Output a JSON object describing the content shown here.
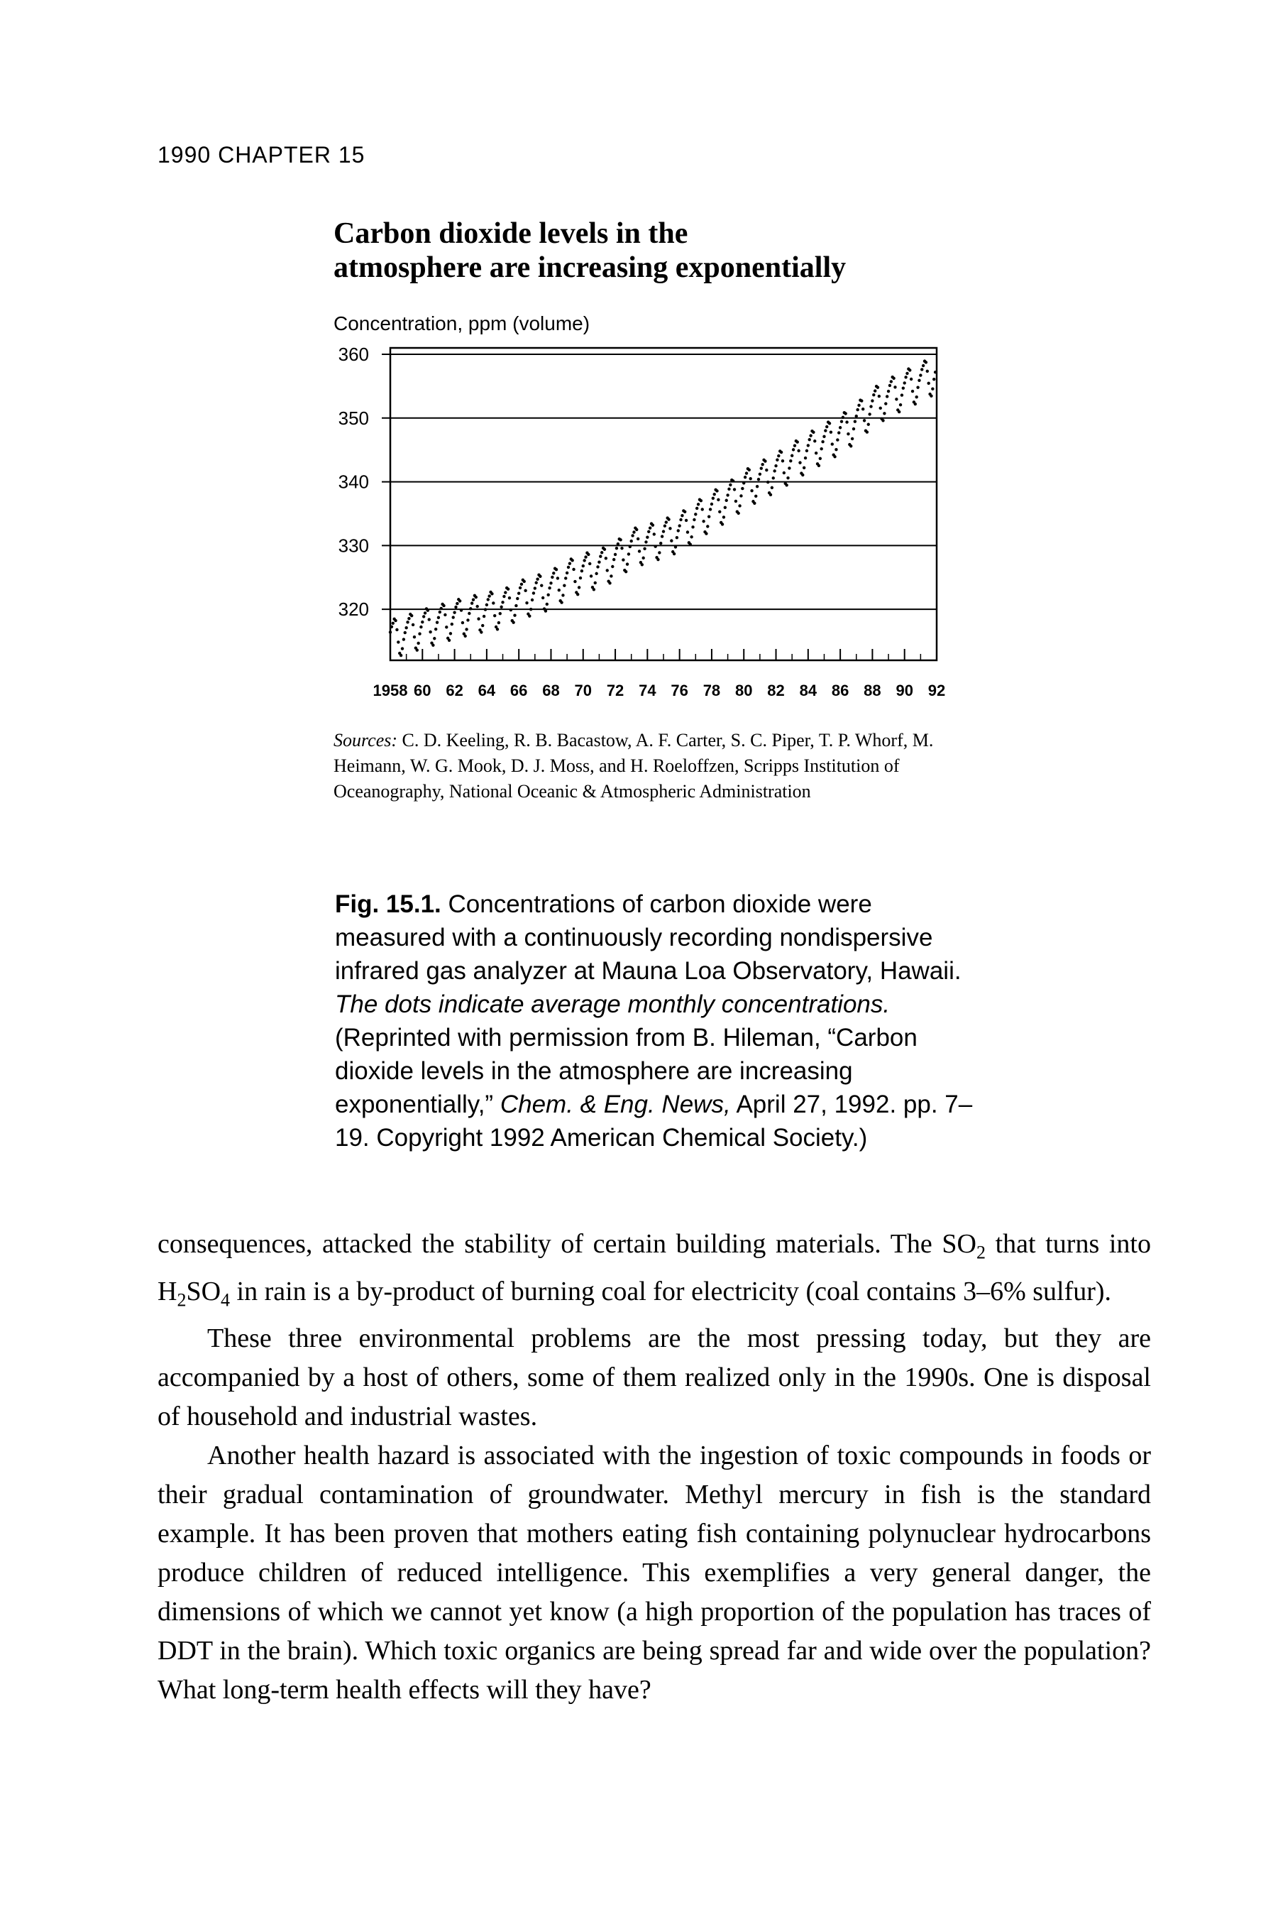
{
  "running_head": "1990 CHAPTER 15",
  "chart": {
    "title_line1": "Carbon dioxide levels in the",
    "title_line2": "atmosphere are increasing exponentially",
    "y_unit": "Concentration, ppm (volume)",
    "sources_lead": "Sources:",
    "sources_text": " C. D. Keeling, R. B. Bacastow, A. F. Carter, S. C. Piper, T. P. Whorf, M. Heimann, W. G. Mook, D. J. Moss, and H. Roeloffzen, Scripps Institution of Oceanography, National Oceanic & Atmospheric Administration"
  },
  "chart_data": {
    "type": "scatter",
    "title": "Carbon dioxide levels in the atmosphere are increasing exponentially",
    "ylabel": "Concentration, ppm (volume)",
    "xlabel": "",
    "x_tick_labels": [
      "1958",
      "60",
      "62",
      "64",
      "66",
      "68",
      "70",
      "72",
      "74",
      "76",
      "78",
      "80",
      "82",
      "84",
      "86",
      "88",
      "90",
      "92"
    ],
    "x_ticks": [
      1958,
      1960,
      1962,
      1964,
      1966,
      1968,
      1970,
      1972,
      1974,
      1976,
      1978,
      1980,
      1982,
      1984,
      1986,
      1988,
      1990,
      1992
    ],
    "y_tick_labels": [
      "320",
      "330",
      "340",
      "350",
      "360"
    ],
    "y_ticks": [
      320,
      330,
      340,
      350,
      360
    ],
    "xlim": [
      1958,
      1992
    ],
    "ylim": [
      312,
      361
    ],
    "grid": "horizontal",
    "series": [
      {
        "marker": "dot",
        "note_values": "annual points with seasonal spread (approx. +/-3 ppm monthly averages)",
        "x": [
          1958,
          1959,
          1960,
          1961,
          1962,
          1963,
          1964,
          1965,
          1966,
          1967,
          1968,
          1969,
          1970,
          1971,
          1972,
          1973,
          1974,
          1975,
          1976,
          1977,
          1978,
          1979,
          1980,
          1981,
          1982,
          1983,
          1984,
          1985,
          1986,
          1987,
          1988,
          1989,
          1990,
          1991
        ],
        "y": [
          315.3,
          316.0,
          316.9,
          317.6,
          318.4,
          319.0,
          319.6,
          320.0,
          321.4,
          322.2,
          323.0,
          324.6,
          325.7,
          326.3,
          327.5,
          329.6,
          330.2,
          331.1,
          332.0,
          333.8,
          335.4,
          336.8,
          338.7,
          340.1,
          341.4,
          343.0,
          344.6,
          346.0,
          347.4,
          349.2,
          351.6,
          353.1,
          354.4,
          355.6
        ]
      }
    ]
  },
  "caption": {
    "label": "Fig. 15.1.",
    "text1": " Concentrations of carbon dioxide were measured with a continuously recording nondispersive infrared gas analyzer at Mauna Loa Observatory, Hawaii. ",
    "text_italic": "The dots indicate average monthly concentrations.",
    "text2": " (Reprinted with permission from B. Hileman, “Carbon dioxide levels in the atmosphere are increasing exponentially,” ",
    "journal": "Chem. & Eng. News,",
    "text3": " April 27, 1992. pp. 7–19. Copyright 1992 American Chemical Society.)"
  },
  "body": {
    "p1_a": "consequences, attacked the stability of certain building materials. The SO",
    "p1_sub1": "2",
    "p1_b": " that turns into H",
    "p1_sub2": "2",
    "p1_c": "SO",
    "p1_sub3": "4",
    "p1_d": " in rain is a by-product of burning coal for electricity (coal contains 3–6% sulfur).",
    "p2": "These three environmental problems are the most pressing today, but they are accompanied by a host of others, some of them realized only in the 1990s. One is disposal of household and industrial wastes.",
    "p3": "Another health hazard is associated with the ingestion of toxic compounds in foods or their gradual contamination of groundwater. Methyl mercury in fish is the standard example. It has been proven that mothers eating fish containing polynuclear hydrocarbons produce children of reduced intelligence. This exemplifies a very general danger, the dimensions of which we cannot yet know (a high proportion of the population has traces of DDT in the brain). Which toxic organics are being spread far and wide over the population? What long-term health effects will they have?"
  }
}
